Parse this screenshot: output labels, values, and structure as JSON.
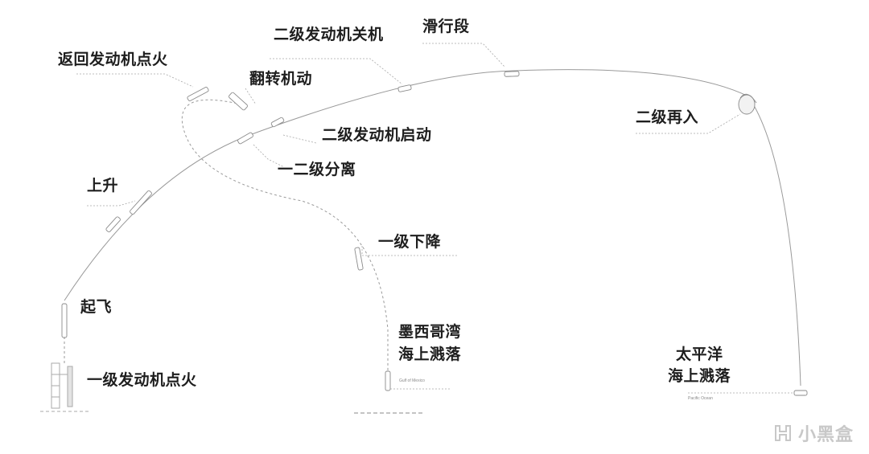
{
  "diagram": {
    "labels": {
      "first_stage_ignition": "一级发动机点火",
      "liftoff": "起飞",
      "ascent": "上升",
      "stage_separation": "一二级分离",
      "second_stage_ignition": "二级发动机启动",
      "flip_maneuver": "翻转机动",
      "boostback_burn": "返回发动机点火",
      "second_stage_cutoff": "二级发动机关机",
      "coast_phase": "滑行段",
      "second_stage_reentry": "二级再入",
      "first_stage_descent": "一级下降",
      "gulf_splashdown_line1": "墨西哥湾",
      "gulf_splashdown_line2": "海上溅落",
      "pacific_splashdown_line1": "太平洋",
      "pacific_splashdown_line2": "海上溅落"
    },
    "small_labels": {
      "gulf": "Gulf of Mexico",
      "pacific": "Pacific Ocean"
    },
    "colors": {
      "trajectory": "#9a9a9a",
      "leader": "#a8a8a8",
      "text": "#1e1e1e",
      "vehicle": "#d6d6d6"
    }
  },
  "watermark": {
    "icon": "heybox-logo-icon",
    "text": "小黑盒"
  }
}
